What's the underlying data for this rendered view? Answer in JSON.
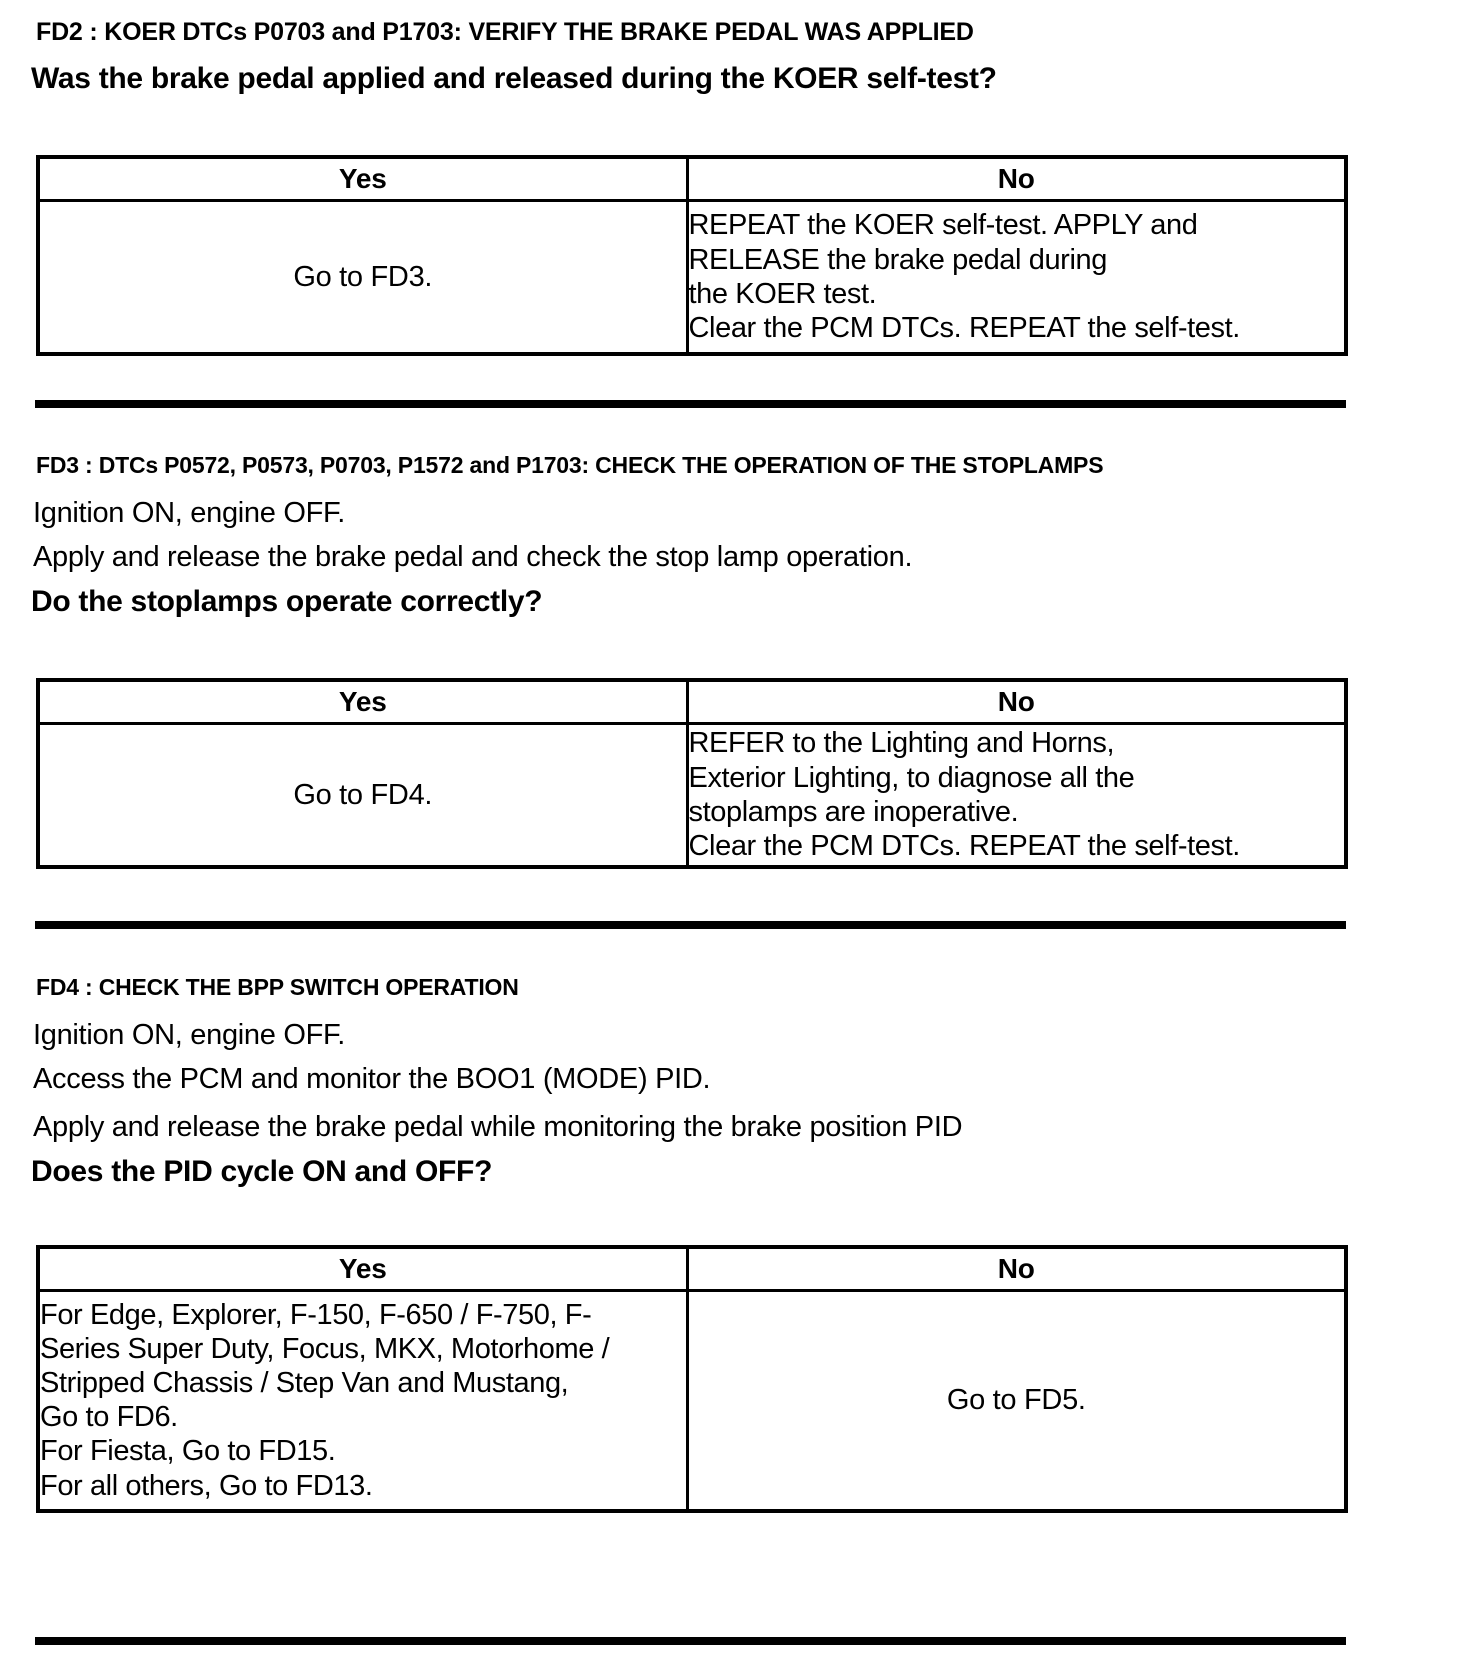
{
  "document": {
    "type": "diagnostic-flowchart-page",
    "sections": [
      {
        "id": "FD2",
        "title": "FD2 : KOER DTCs P0703 and P1703: VERIFY THE BRAKE PEDAL WAS APPLIED",
        "instructions": [],
        "question": "Was the brake pedal applied and released during the KOER self-test?",
        "table": {
          "headers": [
            "Yes",
            "No"
          ],
          "yes_lines": [
            "Go to FD3."
          ],
          "no_lines": [
            "REPEAT the KOER self-test. APPLY and",
            "RELEASE the brake pedal during",
            "the KOER test.",
            "Clear the PCM DTCs. REPEAT the self-test."
          ]
        }
      },
      {
        "id": "FD3",
        "title": "FD3 : DTCs P0572, P0573, P0703, P1572 and P1703: CHECK THE OPERATION OF THE STOPLAMPS",
        "instructions": [
          "Ignition ON, engine OFF.",
          "Apply and release the brake pedal and check the stop lamp operation."
        ],
        "question": "Do the stoplamps operate correctly?",
        "table": {
          "headers": [
            "Yes",
            "No"
          ],
          "yes_lines": [
            "Go to FD4."
          ],
          "no_lines": [
            "REFER to the Lighting and Horns,",
            "Exterior Lighting, to diagnose all the",
            "stoplamps are inoperative.",
            "Clear the PCM DTCs. REPEAT the self-test."
          ]
        }
      },
      {
        "id": "FD4",
        "title": "FD4 : CHECK THE BPP SWITCH OPERATION",
        "instructions": [
          "Ignition ON, engine OFF.",
          "Access the PCM and monitor the  BOO1 (MODE) PID.",
          "Apply and release the brake pedal while monitoring the brake position PID"
        ],
        "question": "Does the PID cycle ON and OFF?",
        "table": {
          "headers": [
            "Yes",
            "No"
          ],
          "yes_lines": [
            "For Edge, Explorer, F-150, F-650 / F-750, F-",
            "Series Super Duty, Focus, MKX, Motorhome /",
            "Stripped Chassis / Step Van and Mustang,",
            "Go to FD6.",
            "For Fiesta, Go to FD15.",
            "For all others, Go to FD13."
          ],
          "no_lines": [
            "Go to FD5."
          ]
        }
      }
    ],
    "colors": {
      "text": "#000000",
      "background": "#ffffff",
      "rule": "#000000",
      "table_border": "#000000"
    }
  }
}
